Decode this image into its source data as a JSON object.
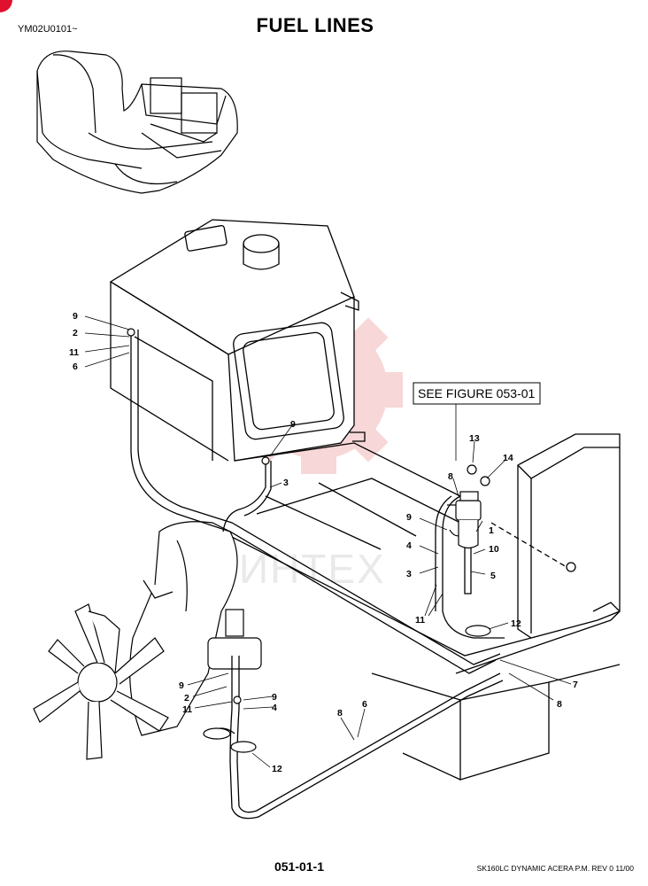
{
  "header": {
    "model_code": "YM02U0101~",
    "title": "FUEL LINES"
  },
  "reference_box": "SEE FIGURE 053-01",
  "watermark": "ИНТЕХ",
  "callouts": {
    "top_left": [
      "9",
      "2",
      "11",
      "6"
    ],
    "tank_center_9": "9",
    "tank_center_3": "3",
    "filter_13": "13",
    "filter_14": "14",
    "filter_8": "8",
    "filter_1": "1",
    "filter_9": "9",
    "filter_4": "4",
    "filter_10": "10",
    "filter_3": "3",
    "filter_5": "5",
    "filter_11": "11",
    "filter_12": "12",
    "right_7": "7",
    "right_8": "8",
    "bottom_8": "8",
    "bottom_6": "6",
    "engine_9a": "9",
    "engine_2": "2",
    "engine_11": "11",
    "engine_9b": "9",
    "engine_4": "4",
    "engine_12": "12"
  },
  "footer": {
    "page_number": "051-01-1",
    "doc_info": "SK160LC DYNAMIC ACERA P.M.  REV 0 11/00"
  },
  "colors": {
    "line": "#000000",
    "watermark": "#f2b8b8",
    "corner_tab": "#e0102f"
  }
}
